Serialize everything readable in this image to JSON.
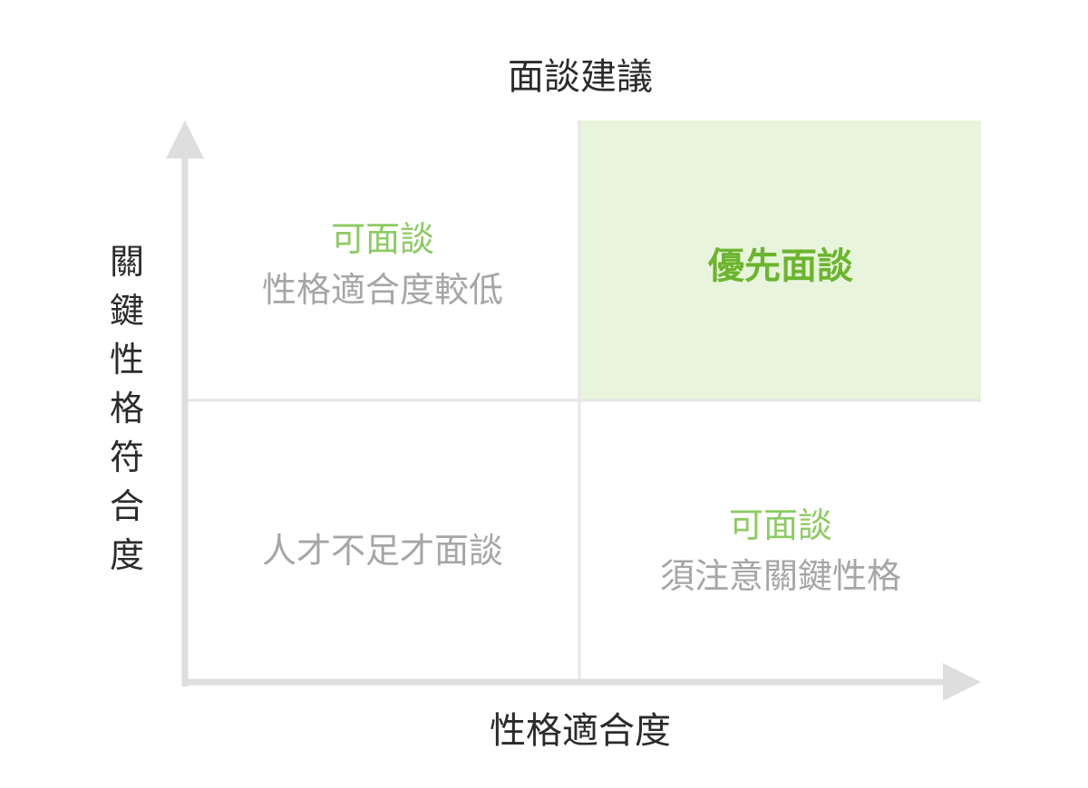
{
  "title": "面談建議",
  "y_axis_label": "關鍵性格符合度",
  "x_axis_label": "性格適合度",
  "quadrants": {
    "top_left": {
      "label": "可面談",
      "sub": "性格適合度較低"
    },
    "top_right": {
      "label": "優先面談"
    },
    "bottom_left": {
      "sub": "人才不足才面談"
    },
    "bottom_right": {
      "label": "可面談",
      "sub": "須注意關鍵性格"
    }
  },
  "colors": {
    "highlight_bg": "#e8f5dc",
    "accent": "#6cb52f",
    "axis": "#dedede"
  }
}
